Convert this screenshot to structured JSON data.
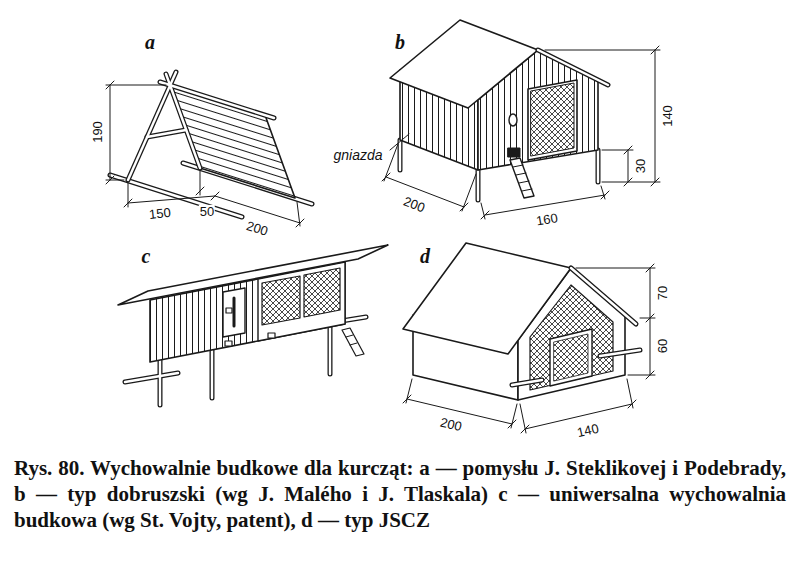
{
  "diagram": {
    "caption": "Rys. 80. Wychowalnie budkowe dla kurcząt: a — pomysłu J. Steklikovej i Podebrady, b — typ dobruszski (wg J. Malého i J. Tlaskala) c — uniwersalna wychowalnia budkowa (wg St. Vojty, patent), d — typ JSCZ",
    "labels": [
      "a",
      "190",
      "150",
      "50",
      "200",
      "b",
      "gniazda",
      "200",
      "160",
      "30",
      "140",
      "c",
      "d",
      "70",
      "60",
      "200",
      "140"
    ]
  }
}
